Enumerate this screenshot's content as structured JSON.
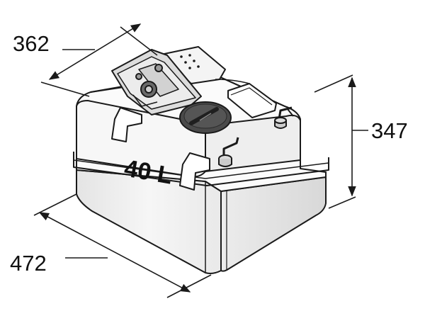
{
  "dimensions": {
    "depth": "362",
    "height": "347",
    "width": "472"
  },
  "capacity_label": "40 L",
  "colors": {
    "line": "#1a1a1a",
    "tank_body": "#f2f2f2",
    "tank_top": "#ffffff",
    "tank_side": "#e6e6e6",
    "cap": "#4a4a4a",
    "pump_base": "#dcdcdc"
  },
  "icons": [
    "arrow-icon",
    "cap-icon",
    "fitting-icon"
  ]
}
